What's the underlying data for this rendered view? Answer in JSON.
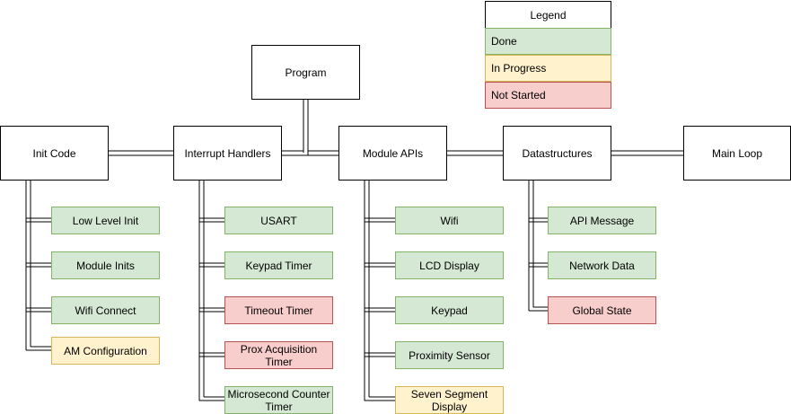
{
  "legend": {
    "title": "Legend",
    "done": "Done",
    "in_progress": "In Progress",
    "not_started": "Not Started",
    "colors": {
      "done": "#d5e8d4",
      "in_progress": "#fff2cc",
      "not_started": "#f8cecc"
    }
  },
  "root": "Program",
  "categories": {
    "init": {
      "label": "Init Code",
      "items": [
        "Low Level Init",
        "Module Inits",
        "Wifi Connect",
        "AM Configuration"
      ],
      "status": [
        "done",
        "done",
        "done",
        "in_progress"
      ]
    },
    "interrupts": {
      "label": "Interrupt Handlers",
      "items": [
        "USART",
        "Keypad Timer",
        "Timeout Timer",
        "Prox Acquisition Timer",
        "Microsecond Counter Timer"
      ],
      "status": [
        "done",
        "done",
        "not_started",
        "not_started",
        "done"
      ]
    },
    "modules": {
      "label": "Module APIs",
      "items": [
        "Wifi",
        "LCD Display",
        "Keypad",
        "Proximity Sensor",
        "Seven Segment Display"
      ],
      "status": [
        "done",
        "done",
        "done",
        "done",
        "in_progress"
      ]
    },
    "datastructures": {
      "label": "Datastructures",
      "items": [
        "API Message",
        "Network Data",
        "Global State"
      ],
      "status": [
        "done",
        "done",
        "not_started"
      ]
    },
    "mainloop": {
      "label": "Main Loop"
    }
  }
}
